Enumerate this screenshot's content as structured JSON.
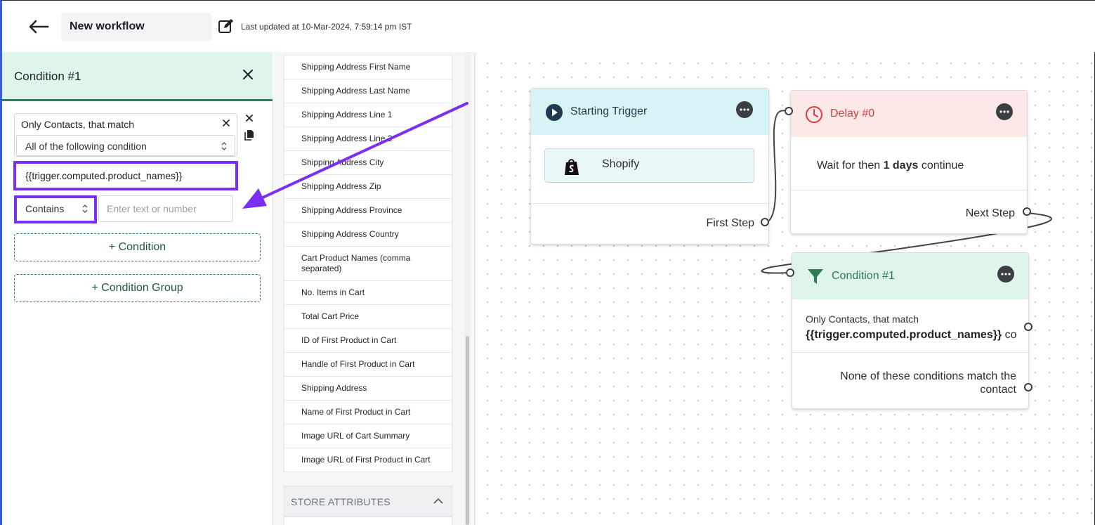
{
  "header": {
    "workflow_name": "New workflow",
    "last_updated": "Last updated at 10-Mar-2024, 7:59:14 pm IST"
  },
  "condition_panel": {
    "title": "Condition #1",
    "match_label": "Only Contacts, that match",
    "match_select_value": "All of the following condition",
    "field_value": "{{trigger.computed.product_names}}",
    "operator_value": "Contains",
    "value_placeholder": "Enter text or number",
    "add_condition_label": "+ Condition",
    "add_condition_group_label": "+ Condition Group"
  },
  "attributes": {
    "items": [
      "Shipping Address First Name",
      "Shipping Address Last Name",
      "Shipping Address Line 1",
      "Shipping Address Line 2",
      "Shipping Address City",
      "Shipping Address Zip",
      "Shipping Address Province",
      "Shipping Address Country",
      "Cart Product Names (comma separated)",
      "No. Items in Cart",
      "Total Cart Price",
      "ID of First Product in Cart",
      "Handle of First Product in Cart",
      "Shipping Address",
      "Name of First Product in Cart",
      "Image URL of Cart Summary",
      "Image URL of First Product in Cart"
    ],
    "store_section_title": "STORE ATTRIBUTES"
  },
  "canvas": {
    "trigger_node": {
      "title": "Starting Trigger",
      "app_label": "Shopify",
      "output_label": "First Step"
    },
    "delay_node": {
      "title": "Delay #0",
      "body_prefix": "Wait for then ",
      "body_bold": "1 days",
      "body_suffix": " continue",
      "output_label": "Next Step"
    },
    "condition_node": {
      "title": "Condition #1",
      "match_line": "Only Contacts, that match",
      "field_line": "{{trigger.computed.product_names}}",
      "field_line_tail": "co",
      "else_label": "None of these conditions match the contact"
    }
  },
  "colors": {
    "highlight": "#7b2ff0",
    "trigger_head": "#d6f3f5",
    "delay_head": "#fde8e8",
    "delay_accent": "#e0393e",
    "condition_head": "#dff5ea",
    "condition_accent": "#2e7d55"
  }
}
